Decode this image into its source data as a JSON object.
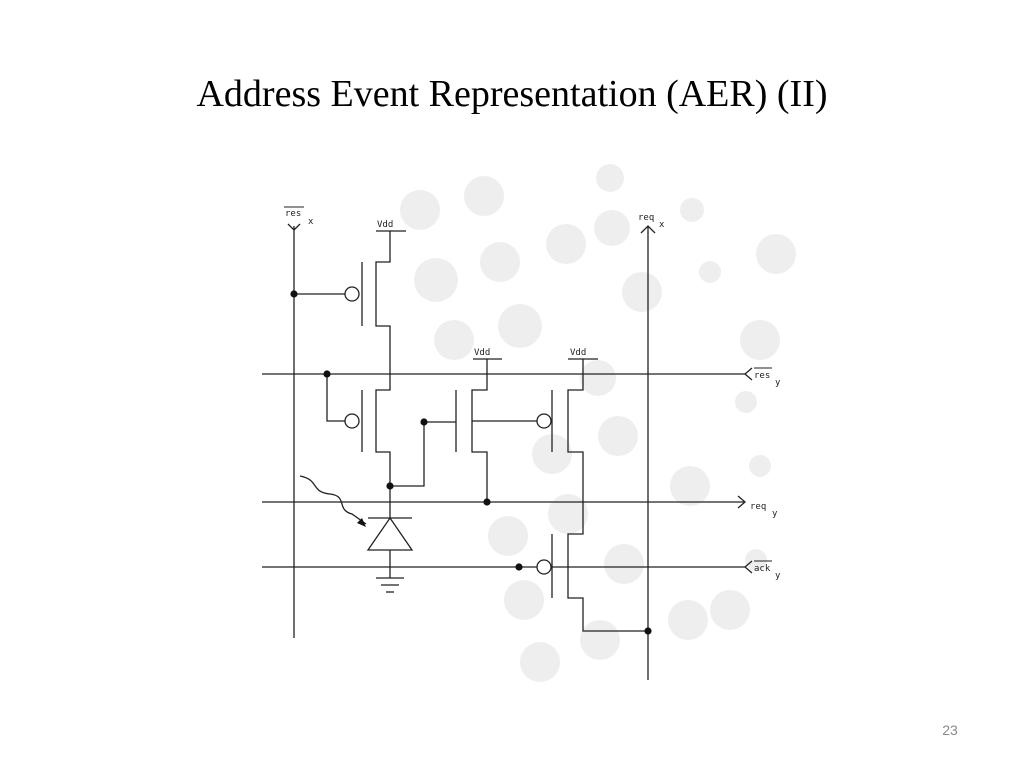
{
  "slide": {
    "title": "Address Event Representation (AER) (II)",
    "page_number": "23"
  },
  "schematic": {
    "labels": {
      "res_x_main": "res",
      "res_x_sub": "x",
      "req_x_main": "req",
      "req_x_sub": "x",
      "vdd_1": "Vdd",
      "vdd_2": "Vdd",
      "vdd_3": "Vdd",
      "res_y_main": "res",
      "res_y_sub": "y",
      "req_y_main": "req",
      "req_y_sub": "y",
      "ack_y_main": "ack",
      "ack_y_sub": "y"
    }
  }
}
